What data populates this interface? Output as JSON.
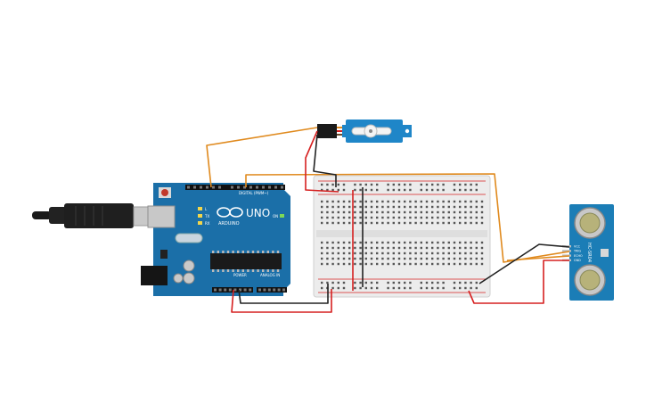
{
  "arduino": {
    "logo_text": "UNO",
    "brand_text": "ARDUINO",
    "digital_label": "DIGITAL (PWM~)",
    "power_label": "POWER",
    "analog_label": "ANALOG IN",
    "tx_label": "TX",
    "rx_label": "RX",
    "l_label": "L",
    "on_label": "ON",
    "board_color": "#1b6fa8"
  },
  "sensor": {
    "model_text": "HC-SR04",
    "pin_labels": [
      "VCC",
      "TRIG",
      "ECHO",
      "GND"
    ],
    "board_color": "#1b7db6"
  },
  "servo": {
    "body_color": "#1f86c8"
  },
  "wires": {
    "signal_color": "#e08a1e",
    "power_color": "#d62020",
    "ground_color": "#222222"
  }
}
